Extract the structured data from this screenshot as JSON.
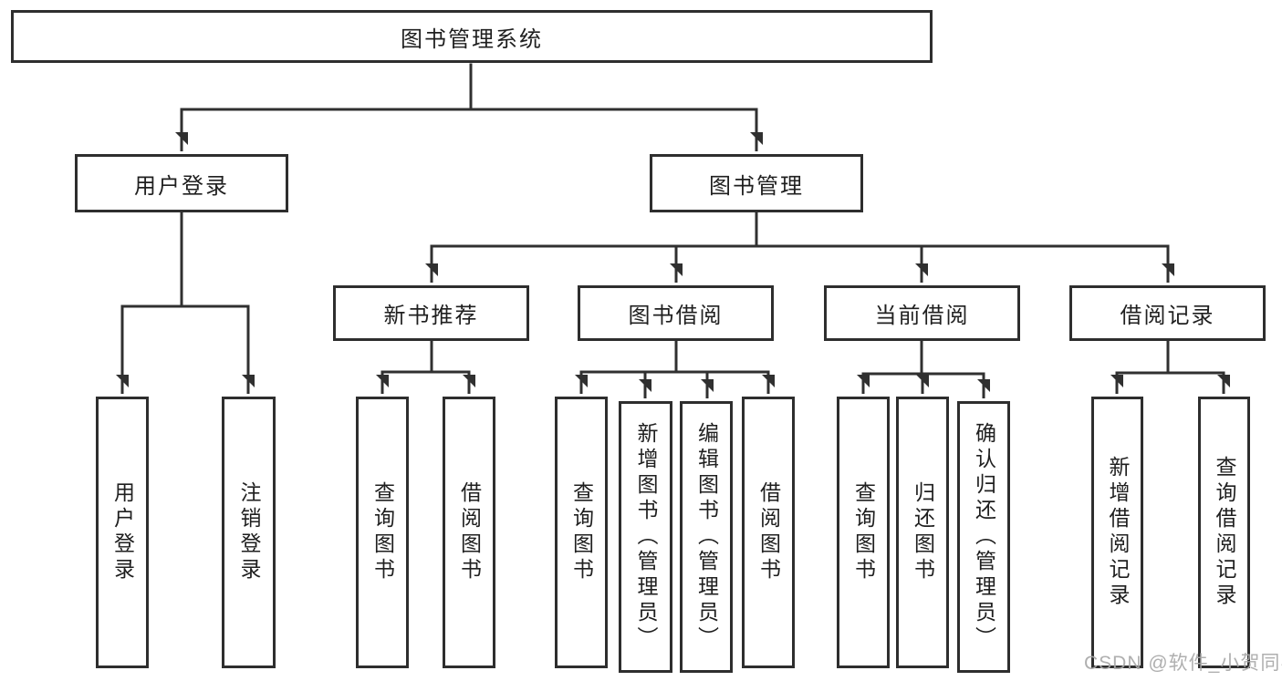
{
  "diagram_title": "图书管理系统",
  "tree": {
    "root": {
      "label": "图书管理系统"
    },
    "level2": [
      {
        "label": "用户登录",
        "children": [
          {
            "label": "用户登录"
          },
          {
            "label": "注销登录"
          }
        ]
      },
      {
        "label": "图书管理",
        "children": [
          {
            "label": "新书推荐",
            "children": [
              {
                "label": "查询图书"
              },
              {
                "label": "借阅图书"
              }
            ]
          },
          {
            "label": "图书借阅",
            "children": [
              {
                "label": "查询图书"
              },
              {
                "label": "新增图书（管理员）"
              },
              {
                "label": "编辑图书（管理员）"
              },
              {
                "label": "借阅图书"
              }
            ]
          },
          {
            "label": "当前借阅",
            "children": [
              {
                "label": "查询图书"
              },
              {
                "label": "归还图书"
              },
              {
                "label": "确认归还（管理员）"
              }
            ]
          },
          {
            "label": "借阅记录",
            "children": [
              {
                "label": "新增借阅记录"
              },
              {
                "label": "查询借阅记录"
              }
            ]
          }
        ]
      }
    ]
  },
  "colors": {
    "border": "#2e2e2e",
    "connector": "#303030",
    "text": "#1f1f1f",
    "watermark": "#a8a8a8",
    "background": "#ffffff"
  },
  "watermark": {
    "text": "CSDN @软件_小贺同学"
  }
}
